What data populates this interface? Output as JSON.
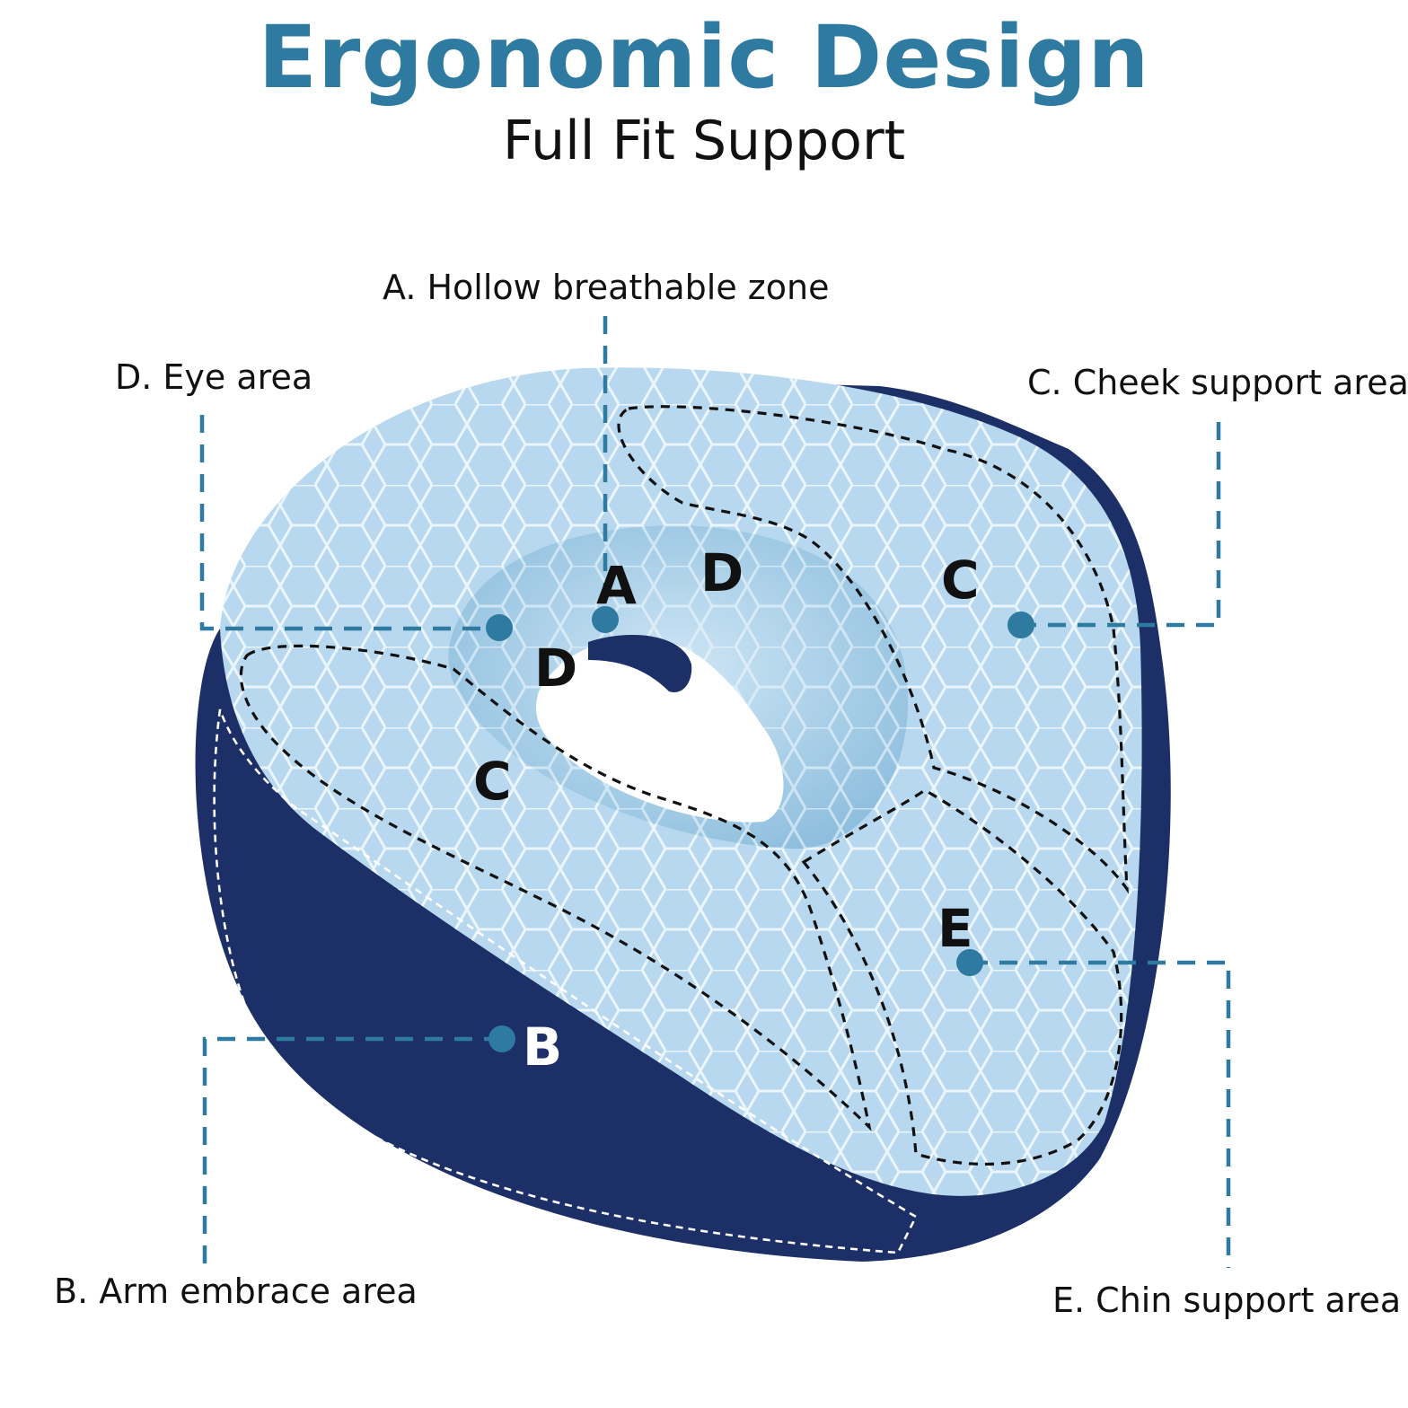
{
  "header": {
    "title": "Ergonomic Design",
    "subtitle": "Full Fit Support"
  },
  "callouts": {
    "a": "A. Hollow breathable zone",
    "d": "D. Eye area",
    "c": "C. Cheek support area",
    "b": "B. Arm embrace area",
    "e": "E. Chin support area"
  },
  "zone_letters": {
    "a": "A",
    "d_upper": "D",
    "d_lower": "D",
    "c_left": "C",
    "c_right": "C",
    "e": "E",
    "b": "B"
  },
  "colors": {
    "accent": "#2f7aa0",
    "pillow_top": "#b7d8ee",
    "pillow_side": "#1c2f66",
    "outline": "#111111"
  }
}
